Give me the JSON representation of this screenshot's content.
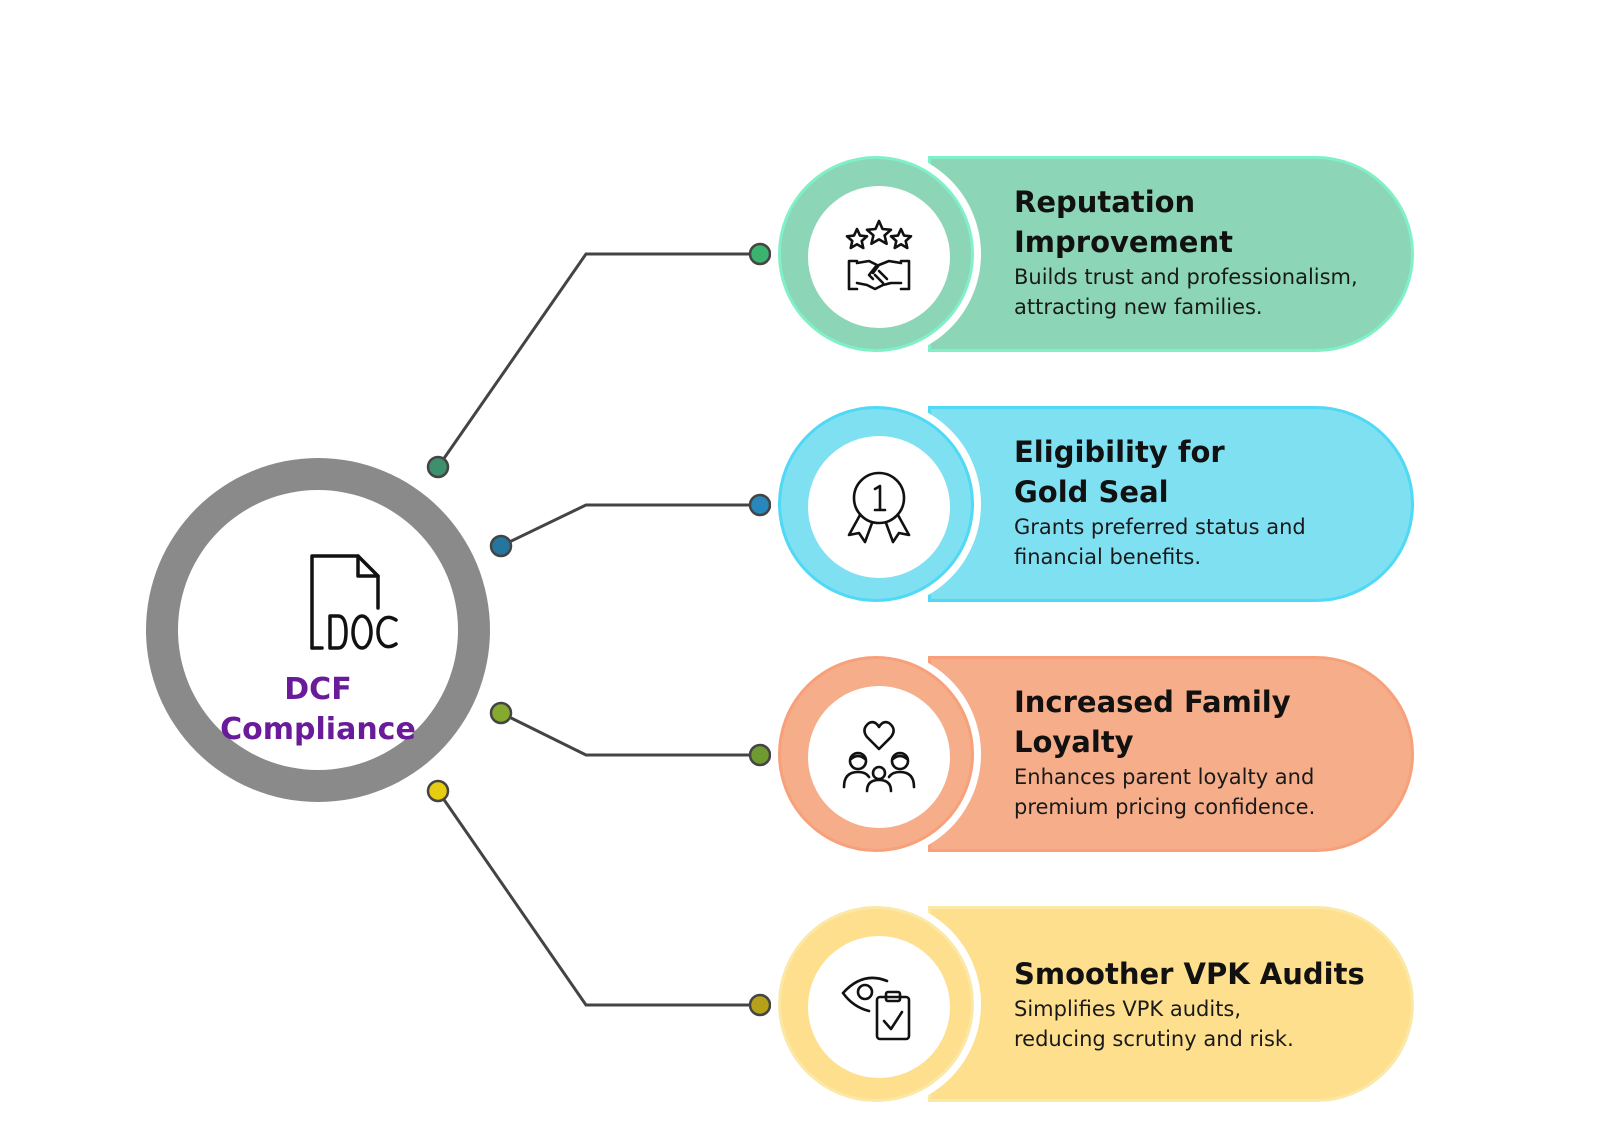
{
  "hub": {
    "title": "DCF\nCompliance",
    "icon": "doc-file-icon",
    "ring_color": "#8a8a8a",
    "title_color": "#6a1b9a"
  },
  "cards": [
    {
      "title": "Reputation\nImprovement",
      "description": "Builds trust and professionalism,\nattracting  new families.",
      "icon": "stars-handshake-icon",
      "fill": "#8dd5b7",
      "outline": "#7ff0c8",
      "hub_dot": "#3e8f6c",
      "card_dot": "#39b36e"
    },
    {
      "title": "Eligibility for\nGold Seal",
      "description": "Grants preferred status and\nfinancial benefits.",
      "icon": "award-medal-icon",
      "fill": "#7fe0f2",
      "outline": "#4fd9f5",
      "hub_dot": "#24769e",
      "card_dot": "#2887bd"
    },
    {
      "title": "Increased Family\nLoyalty",
      "description": "Enhances parent loyalty and\npremium pricing confidence.",
      "icon": "family-heart-icon",
      "fill": "#f5ad8a",
      "outline": "#f7a07a",
      "hub_dot": "#85aa2d",
      "card_dot": "#6f9a2f"
    },
    {
      "title": "Smoother VPK Audits",
      "description": "Simplifies VPK audits,\nreducing scrutiny and risk.",
      "icon": "eye-clipboard-check-icon",
      "fill": "#fddf8e",
      "outline": "#fbe8a6",
      "hub_dot": "#e6cd10",
      "card_dot": "#b5a219"
    }
  ]
}
